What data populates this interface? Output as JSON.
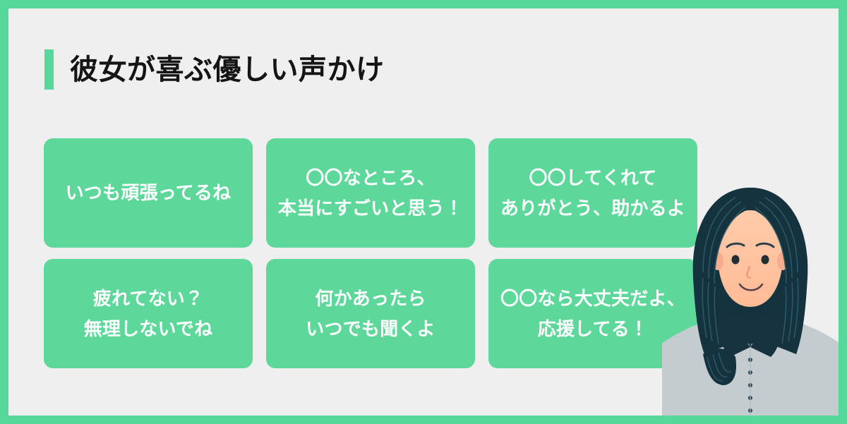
{
  "page": {
    "title": "彼女が喜ぶ優しい声かけ",
    "border_color": "#55d89a",
    "background_color": "#f0efef",
    "card_color": "#5ed79a",
    "card_text_color": "#ffffff",
    "title_color": "#151515",
    "accent_bar_color": "#55d89a"
  },
  "cards": [
    {
      "id": "card-1",
      "lines": [
        "いつも頑張ってるね"
      ]
    },
    {
      "id": "card-2",
      "lines": [
        "〇〇なところ、",
        "本当にすごいと思う！"
      ]
    },
    {
      "id": "card-3",
      "lines": [
        "〇〇してくれて",
        "ありがとう、助かるよ"
      ]
    },
    {
      "id": "card-4",
      "lines": [
        "疲れてない？",
        "無理しないでね"
      ]
    },
    {
      "id": "card-5",
      "lines": [
        "何かあったら",
        "いつでも聞くよ"
      ]
    },
    {
      "id": "card-6",
      "lines": [
        "〇〇なら大丈夫だよ、",
        "応援してる！"
      ]
    }
  ],
  "illustration": {
    "name": "smiling-woman-illustration",
    "hair_color": "#15333f",
    "hair_highlight_color": "#2b5a68",
    "skin_color": "#ffc6a3",
    "shirt_color": "#c5ccd0",
    "collar_color": "#16333f",
    "button_color": "#2a4552"
  }
}
